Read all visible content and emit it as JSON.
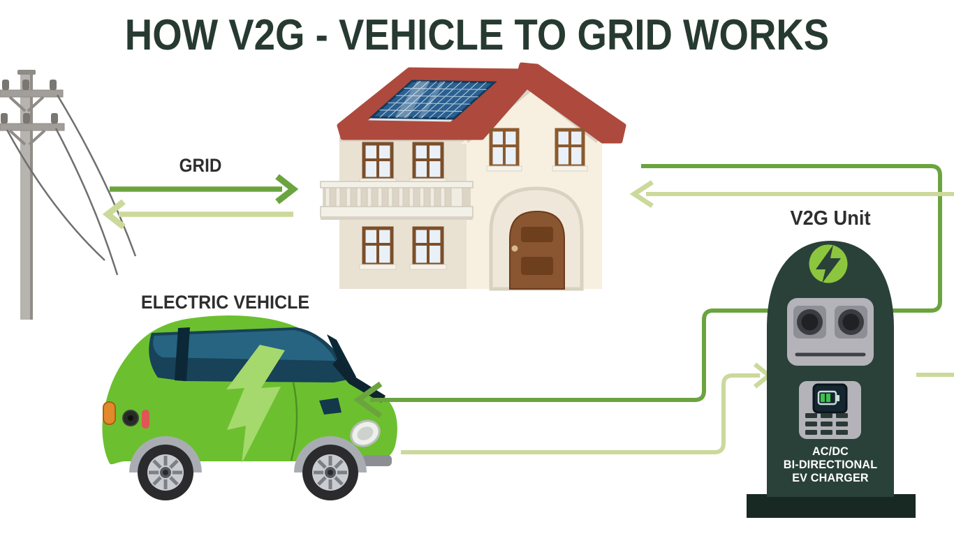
{
  "title": "HOW V2G - VEHICLE TO GRID WORKS",
  "labels": {
    "grid": "GRID",
    "electric_vehicle": "ELECTRIC VEHICLE",
    "v2g_unit": "V2G Unit",
    "charger": {
      "line1": "AC/DC",
      "line2": "BI-DIRECTIONAL",
      "line3": "EV CHARGER"
    }
  },
  "colors": {
    "title_text": "#273a31",
    "label_text": "#2e2e2e",
    "flow_dark_green": "#6ba43f",
    "flow_light_green": "#cbd99b",
    "charger_body": "#2a4139",
    "charger_base": "#182822",
    "lime_accent": "#8cc63e",
    "charger_text": "#ffffff",
    "car_green": "#6cc02f",
    "roof_red": "#ad4a3d",
    "wall_cream": "#f7efdf",
    "solar_blue": "#2a5f8f"
  },
  "flows": [
    {
      "from": "GRID",
      "to": "HOUSE",
      "style": "dark-green-arrow"
    },
    {
      "from": "HOUSE",
      "to": "GRID",
      "style": "light-green-arrow"
    },
    {
      "from": "HOUSE",
      "to": "ELECTRIC VEHICLE",
      "via": "V2G Unit",
      "style": "dark-green-wire"
    },
    {
      "from": "ELECTRIC VEHICLE",
      "to": "HOUSE",
      "via": "V2G Unit",
      "style": "light-green-wire"
    }
  ]
}
